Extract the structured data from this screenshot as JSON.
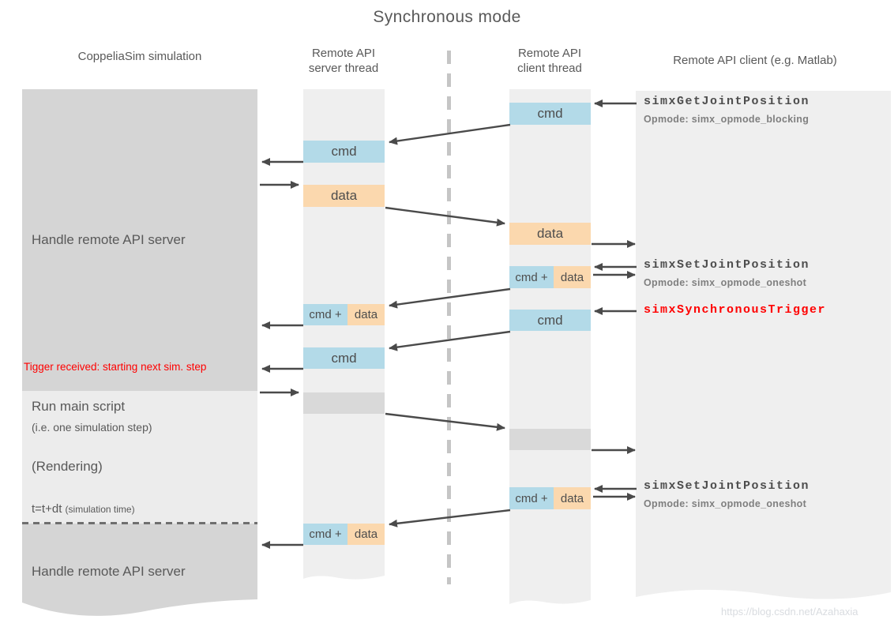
{
  "title": "Synchronous mode",
  "headers": {
    "coppeliasim": "CoppeliaSim simulation",
    "server_thread": [
      "Remote API",
      "server thread"
    ],
    "client_thread": [
      "Remote API",
      "client thread"
    ],
    "client": "Remote API client (e.g. Matlab)"
  },
  "coppeliasim": {
    "upper_label": "Handle remote API server",
    "trigger_note": "Tigger received: starting next sim. step",
    "run_main_script": "Run main script",
    "run_main_script_sub": "(i.e. one simulation step)",
    "rendering": "(Rendering)",
    "time_update": "t=t+dt",
    "time_update_sub": "(simulation time)",
    "lower_label": "Handle remote API server"
  },
  "server_thread": {
    "boxes": [
      {
        "label": "cmd"
      },
      {
        "label": "data"
      },
      {
        "label_left": "cmd +",
        "label_right": "data"
      },
      {
        "label": "cmd"
      },
      {
        "label": ""
      },
      {
        "label_left": "cmd +",
        "label_right": "data"
      }
    ]
  },
  "client_thread": {
    "boxes": [
      {
        "label": "cmd"
      },
      {
        "label": "data"
      },
      {
        "label_left": "cmd +",
        "label_right": "data"
      },
      {
        "label": "cmd"
      },
      {
        "label": ""
      },
      {
        "label_left": "cmd +",
        "label_right": "data"
      }
    ]
  },
  "client_calls": [
    {
      "name": "simxGetJointPosition",
      "opmode": "Opmode: simx_opmode_blocking"
    },
    {
      "name": "simxSetJointPosition",
      "opmode": "Opmode: simx_opmode_oneshot"
    },
    {
      "name": "simxSynchronousTrigger",
      "opmode": ""
    },
    {
      "name": "simxSetJointPosition",
      "opmode": "Opmode: simx_opmode_oneshot"
    }
  ],
  "watermark": "https://blog.csdn.net/Azahaxia",
  "colors": {
    "box_blue": "#b3dae8",
    "box_orange": "#fbd8ae",
    "box_gray": "#d9d9d9",
    "panel_dark": "#d5d5d5",
    "panel_mid": "#ececec",
    "panel_light": "#efefef",
    "arrow": "#4a4a4a",
    "alert_red": "#ff0000",
    "text_gray": "#595959"
  }
}
